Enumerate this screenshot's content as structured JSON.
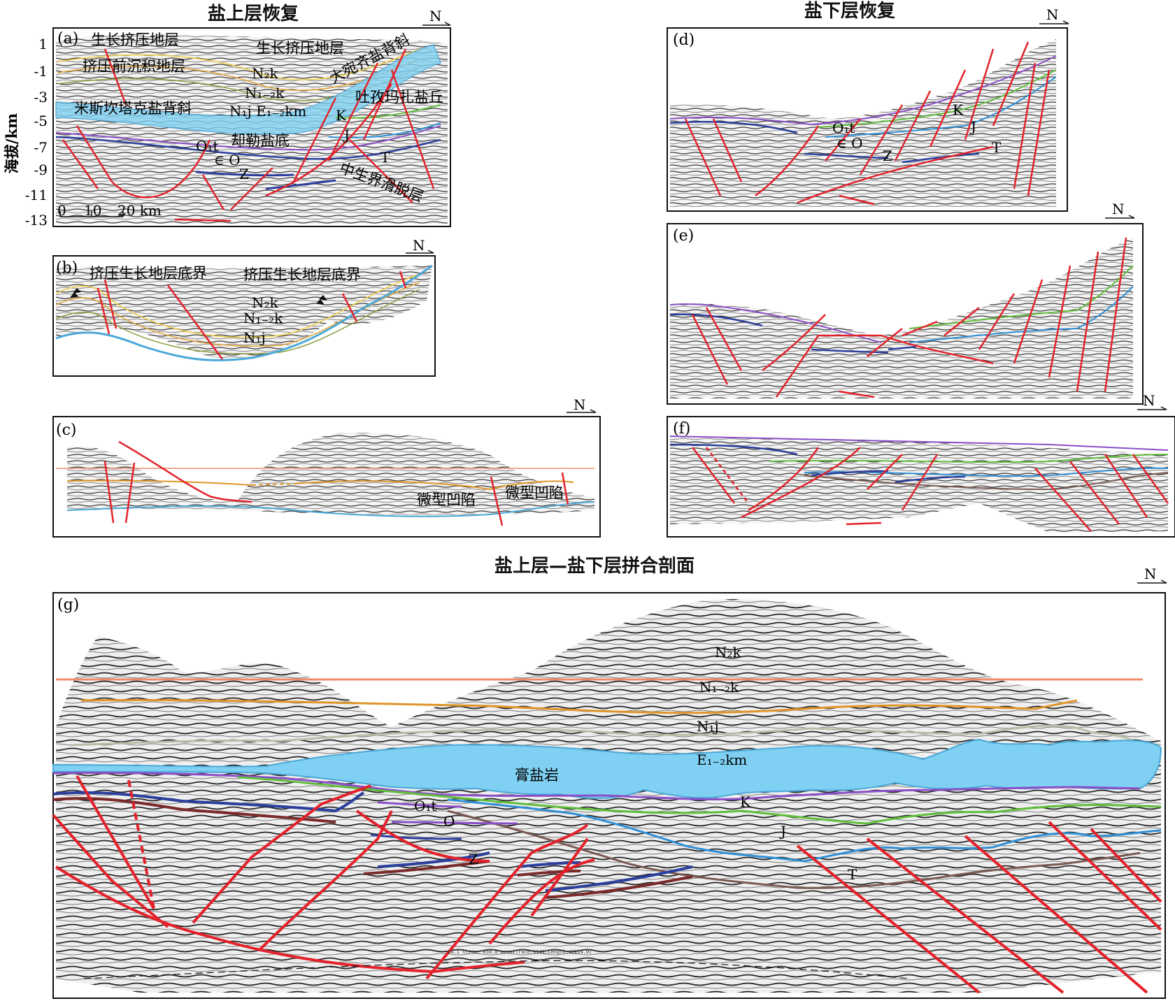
{
  "titles": {
    "above_salt": "盐上层恢复",
    "below_salt": "盐下层恢复",
    "combined": "盐上层—盐下层拼合剖面"
  },
  "north": "N",
  "panel_labels": {
    "a": "(a)",
    "b": "(b)",
    "c": "(c)",
    "d": "(d)",
    "e": "(e)",
    "f": "(f)",
    "g": "(g)"
  },
  "axis": {
    "ylabel": "海拔/km",
    "ticks": [
      "1",
      "-1",
      "-3",
      "-5",
      "-7",
      "-9",
      "-11",
      "-13"
    ],
    "scale": {
      "t0": "0",
      "t1": "10",
      "t2": "20 km"
    }
  },
  "panel_a": {
    "growth1": "生长挤压地层",
    "growth2": "生长挤压地层",
    "pre": "挤压前沉积地层",
    "nk": "N₂k",
    "n12k": "N₁₋₂k",
    "dawanqi": "大宛齐盐背斜",
    "tubao": "吐孜玛扎盐丘",
    "misi": "米斯坎塔克盐背斜",
    "n1j_e": "N₁j E₁₋₂km",
    "k": "K",
    "quele": "却勒盐底",
    "j": "J",
    "o1t": "O₁t",
    "co": "∈ O",
    "t": "T",
    "z": "Z",
    "detach": "中生界滑脱层"
  },
  "panel_b": {
    "base1": "挤压生长地层底界",
    "base2": "挤压生长地层底界",
    "nk": "N₂k",
    "n12k": "N₁₋₂k",
    "n1j": "N₁j"
  },
  "panel_c": {
    "micro1": "微型凹陷",
    "micro2": "微型凹陷"
  },
  "panel_d": {
    "k": "K",
    "j": "J",
    "o1t": "O₁t",
    "co": "∈ O",
    "z": "Z",
    "t": "T"
  },
  "panel_g": {
    "nk": "N₂k",
    "n12k": "N₁₋₂k",
    "n1j": "N₁j",
    "e12km": "E₁₋₂km",
    "salt": "膏盐岩",
    "o1t": "O₁t",
    "o": "O",
    "k": "K",
    "j": "J",
    "z": "Z",
    "t": "T",
    "watermark": "64.1 tr/cm, 650.0 m/cm(Trace:1941,Length:42214.0)"
  },
  "colors": {
    "fault": "#e3222b",
    "salt": "#7fd0f2",
    "salt_edge": "#4aa8d8",
    "nk_line": "#f08a6a",
    "n12k_line": "#de9528",
    "n1j_line": "#b9bfa6",
    "k_line": "#8a4fc7",
    "j_line": "#5fbe3a",
    "t_line": "#2f8fd6",
    "z_line": "#2c3f9c",
    "pz_line": "#7a2a2a",
    "mz_line": "#7a5a52"
  }
}
